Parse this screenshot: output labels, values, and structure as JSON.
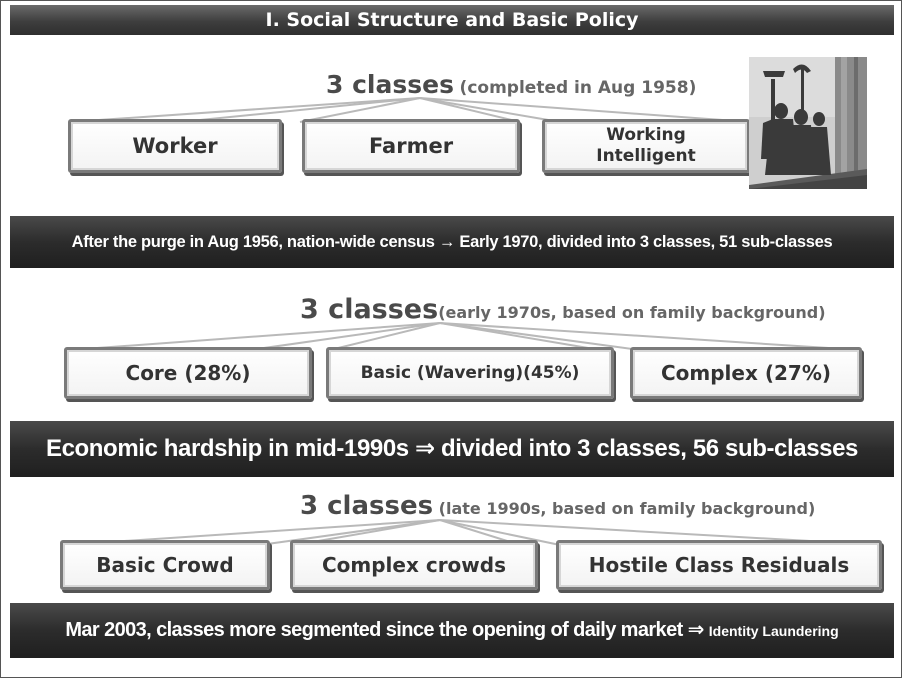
{
  "title": "I. Social Structure and Basic Policy",
  "section1": {
    "heading_big": "3 classes",
    "heading_sub": "(completed in Aug 1958)",
    "boxes": [
      "Worker",
      "Farmer",
      "Working Intelligent"
    ]
  },
  "band1": "After the purge in Aug 1956, nation-wide census → Early 1970, divided into 3 classes, 51 sub-classes",
  "section2": {
    "heading_big": "3 classes",
    "heading_sub": "(early 1970s, based on family background)",
    "boxes": [
      "Core (28%)",
      "Basic (Wavering)(45%)",
      "Complex (27%)"
    ]
  },
  "band2": "Economic hardship in mid-1990s ⇒ divided into 3 classes, 56 sub-classes",
  "section3": {
    "heading_big": "3 classes",
    "heading_sub": "(late 1990s, based on family background)",
    "boxes": [
      "Basic Crowd",
      "Complex crowds",
      "Hostile Class Residuals"
    ]
  },
  "band3_main": "Mar 2003, classes more segmented since the opening of daily market ⇒",
  "band3_small": "Identity Laundering",
  "colors": {
    "band": "#2c2c2c",
    "box_border": "#7a7a7a",
    "text": "#333333"
  }
}
